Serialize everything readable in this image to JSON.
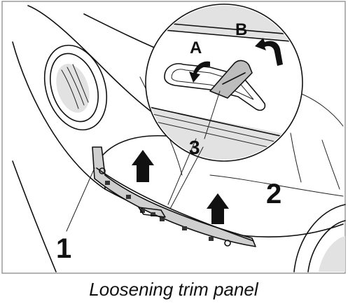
{
  "figure": {
    "caption": "Loosening trim panel",
    "callouts": {
      "one": "1",
      "two": "2",
      "three": "3",
      "a": "A",
      "b": "B"
    }
  }
}
